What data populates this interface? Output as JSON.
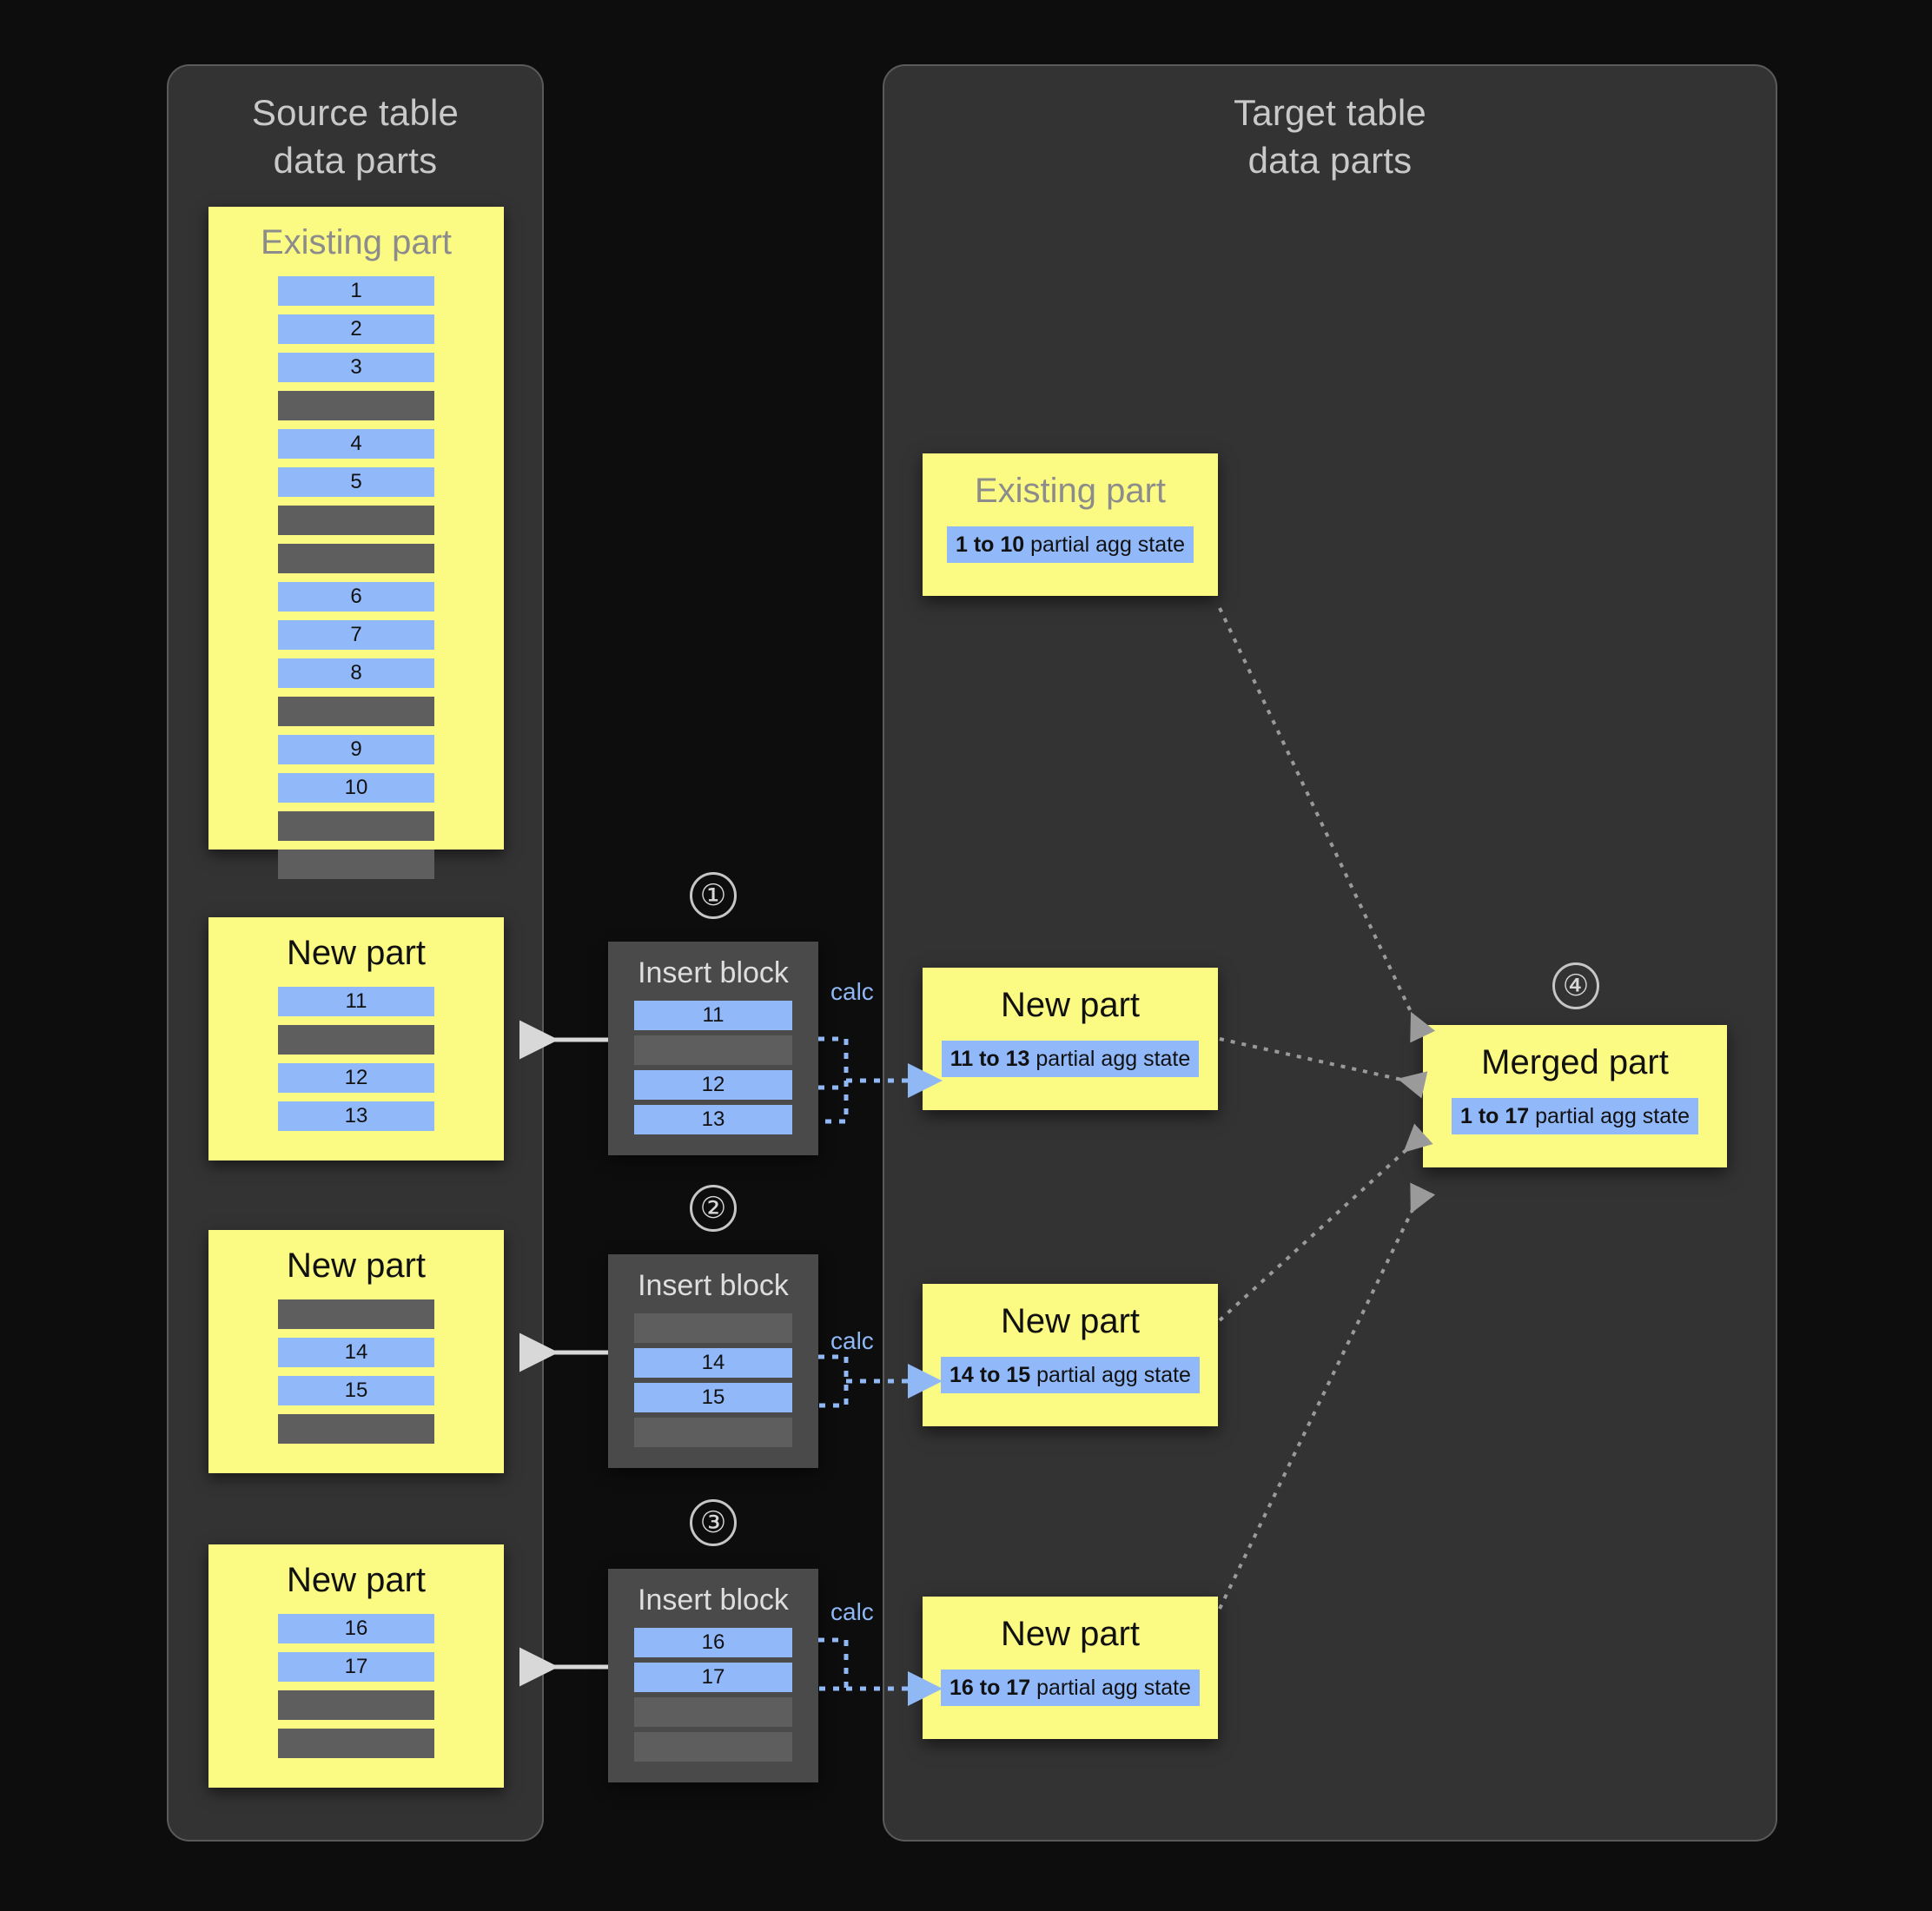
{
  "colors": {
    "background": "#0d0d0d",
    "panel": "#333333",
    "panel_border": "#5a5a5a",
    "part_yellow": "#fbfb83",
    "row_blue": "#91b9fa",
    "row_gray": "#5e5e5e",
    "insert_block": "#4a4a4a",
    "calc_blue": "#8fb8f5",
    "arrow_white": "#d8d8d8",
    "arrow_gray": "#9a9a9a",
    "title_gray": "#c9c9c9",
    "muted_title": "#8c8c8c"
  },
  "source_panel": {
    "title": "Source table\ndata parts",
    "existing_part": {
      "title": "Existing part",
      "rows": [
        {
          "kind": "blue",
          "label": "1"
        },
        {
          "kind": "blue",
          "label": "2"
        },
        {
          "kind": "blue",
          "label": "3"
        },
        {
          "kind": "gray",
          "label": ""
        },
        {
          "kind": "blue",
          "label": "4"
        },
        {
          "kind": "blue",
          "label": "5"
        },
        {
          "kind": "gray",
          "label": ""
        },
        {
          "kind": "gray",
          "label": ""
        },
        {
          "kind": "blue",
          "label": "6"
        },
        {
          "kind": "blue",
          "label": "7"
        },
        {
          "kind": "blue",
          "label": "8"
        },
        {
          "kind": "gray",
          "label": ""
        },
        {
          "kind": "blue",
          "label": "9"
        },
        {
          "kind": "blue",
          "label": "10"
        },
        {
          "kind": "gray",
          "label": ""
        },
        {
          "kind": "gray",
          "label": ""
        }
      ]
    },
    "new_parts": [
      {
        "title": "New part",
        "rows": [
          {
            "kind": "blue",
            "label": "11"
          },
          {
            "kind": "gray",
            "label": ""
          },
          {
            "kind": "blue",
            "label": "12"
          },
          {
            "kind": "blue",
            "label": "13"
          }
        ]
      },
      {
        "title": "New part",
        "rows": [
          {
            "kind": "gray",
            "label": ""
          },
          {
            "kind": "blue",
            "label": "14"
          },
          {
            "kind": "blue",
            "label": "15"
          },
          {
            "kind": "gray",
            "label": ""
          }
        ]
      },
      {
        "title": "New part",
        "rows": [
          {
            "kind": "blue",
            "label": "16"
          },
          {
            "kind": "blue",
            "label": "17"
          },
          {
            "kind": "gray",
            "label": ""
          },
          {
            "kind": "gray",
            "label": ""
          }
        ]
      }
    ]
  },
  "insert_blocks": [
    {
      "step": "①",
      "title": "Insert block",
      "calc_label": "calc",
      "rows": [
        {
          "kind": "blue",
          "label": "11"
        },
        {
          "kind": "gray",
          "label": ""
        },
        {
          "kind": "blue",
          "label": "12"
        },
        {
          "kind": "blue",
          "label": "13"
        }
      ]
    },
    {
      "step": "②",
      "title": "Insert block",
      "calc_label": "calc",
      "rows": [
        {
          "kind": "gray",
          "label": ""
        },
        {
          "kind": "blue",
          "label": "14"
        },
        {
          "kind": "blue",
          "label": "15"
        },
        {
          "kind": "gray",
          "label": ""
        }
      ]
    },
    {
      "step": "③",
      "title": "Insert block",
      "calc_label": "calc",
      "rows": [
        {
          "kind": "blue",
          "label": "16"
        },
        {
          "kind": "blue",
          "label": "17"
        },
        {
          "kind": "gray",
          "label": ""
        },
        {
          "kind": "gray",
          "label": ""
        }
      ]
    }
  ],
  "target_panel": {
    "title": "Target table\ndata parts",
    "existing_part": {
      "title": "Existing part",
      "agg_range": "1 to 10",
      "agg_suffix": " partial agg state"
    },
    "new_parts": [
      {
        "title": "New part",
        "agg_range": "11 to 13",
        "agg_suffix": " partial agg state"
      },
      {
        "title": "New part",
        "agg_range": "14 to 15",
        "agg_suffix": " partial agg state"
      },
      {
        "title": "New part",
        "agg_range": "16 to 17",
        "agg_suffix": " partial agg state"
      }
    ],
    "merged_part": {
      "step": "④",
      "title": "Merged part",
      "agg_range": "1 to 17",
      "agg_suffix": " partial agg state"
    }
  }
}
